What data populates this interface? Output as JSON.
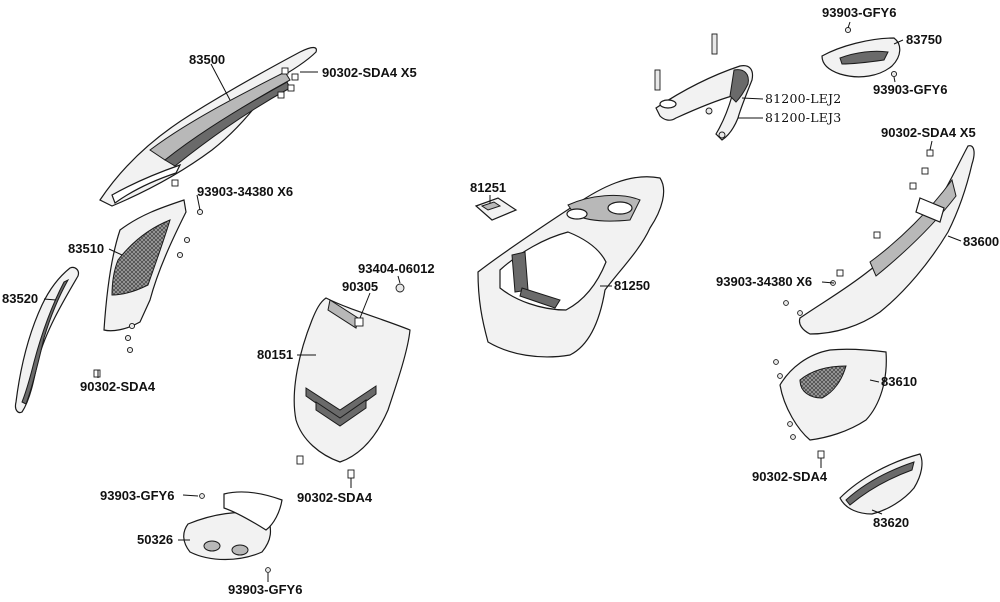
{
  "diagram": {
    "labels": {
      "p83500": "83500",
      "p90302_sda4_x5_top": "90302-SDA4 X5",
      "p93903_34380_x6_left": "93903-34380 X6",
      "p83510": "83510",
      "p83520": "83520",
      "p90302_sda4_left": "90302-SDA4",
      "p93404_06012": "93404-06012",
      "p90305": "90305",
      "p80151": "80151",
      "p90302_sda4_mid": "90302-SDA4",
      "p93903_gfy6_bl": "93903-GFY6",
      "p50326": "50326",
      "p93903_gfy6_bot": "93903-GFY6",
      "p81251": "81251",
      "p81250": "81250",
      "p93903_gfy6_tr": "93903-GFY6",
      "p83750": "83750",
      "p93903_gfy6_tr2": "93903-GFY6",
      "p81200_lej2": "81200-LEJ2",
      "p81200_lej3": "81200-LEJ3",
      "p90302_sda4_x5_right": "90302-SDA4 X5",
      "p83600": "83600",
      "p93903_34380_x6_right": "93903-34380 X6",
      "p83610": "83610",
      "p90302_sda4_right": "90302-SDA4",
      "p83620": "83620"
    }
  }
}
